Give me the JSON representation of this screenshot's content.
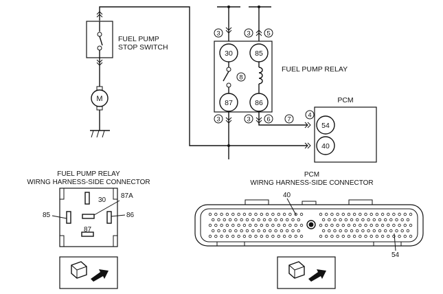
{
  "labels": {
    "fuel_pump_stop_switch_1": "FUEL PUMP",
    "fuel_pump_stop_switch_2": "STOP SWITCH",
    "motor": "M",
    "fuel_pump_relay": "FUEL PUMP RELAY",
    "pcm": "PCM",
    "relay_connector_title_1": "FUEL PUMP RELAY",
    "relay_connector_title_2": "WIRNG HARNESS-SIDE CONNECTOR",
    "pcm_connector_title_1": "PCM",
    "pcm_connector_title_2": "WIRNG HARNESS-SIDE CONNECTOR"
  },
  "relay_terminals": [
    "30",
    "85",
    "87",
    "86"
  ],
  "pcm_terminals": [
    "54",
    "40"
  ],
  "wire_markers": {
    "m3a": "3",
    "m3b": "3",
    "m5": "5",
    "m8": "8",
    "m3c": "3",
    "m3d": "3",
    "m6": "6",
    "m7": "7",
    "m4": "4"
  },
  "relay_connector_pins": {
    "p30": "30",
    "p87a": "87A",
    "p85": "85",
    "p86": "86",
    "p87": "87"
  },
  "pcm_connector_pins": {
    "p40": "40",
    "p54": "54"
  }
}
